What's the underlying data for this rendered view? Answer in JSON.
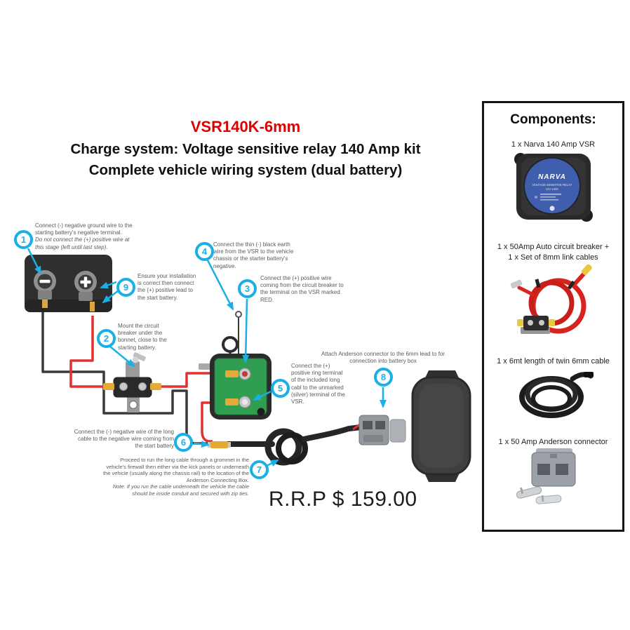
{
  "header": {
    "product_code": "VSR140K-6mm",
    "title_line1": "Charge system: Voltage sensitive relay 140 Amp kit",
    "title_line2": "Complete vehicle wiring system (dual battery)"
  },
  "price": {
    "label": "R.R.P $ 159.00"
  },
  "diagram": {
    "steps": [
      {
        "num": "1",
        "text": "Connect (-) negative ground wire to the starting battery's negative terminal.",
        "note": "Do not connect the (+) positive wire at this stage (left until last step)."
      },
      {
        "num": "2",
        "text": "Mount the circuit breaker under the bonnet, close to the starting battery."
      },
      {
        "num": "3",
        "text": "Connect the (+) positive wire coming from the circuit breaker to the terminal on the VSR marked RED."
      },
      {
        "num": "4",
        "text": "Connect the thin (-) black earth wire from the VSR to the vehicle chassis or the starter battery's negative."
      },
      {
        "num": "5",
        "text": "Connect the (+) positive ring terminal of the included long cabl to the unmarked (silver) terminal of the VSR."
      },
      {
        "num": "6",
        "text": "Connect the (-) negative wire of the long cable to the negative wire coming from the start battery"
      },
      {
        "num": "7",
        "text": "Proceed to run the long cable through a grommet in the vehicle's firewall then either via the kick panels or underneath the vehicle (usually along the chassis rail) to the location of the Anderson Connecting Box.",
        "note": "Note: If you run the cable underneath the vehicle the cable should be inside conduit and secured with zip ties."
      },
      {
        "num": "8",
        "text": "Attach Anderson connector to the 6mm lead to for connection into battery box"
      },
      {
        "num": "9",
        "text": "Ensure your installation is correct then connect the (+) positive lead to the start battery."
      }
    ]
  },
  "components_panel": {
    "title": "Components:",
    "items": [
      {
        "label": "1 x Narva 140 Amp VSR"
      },
      {
        "label_line1": "1 x 50Amp Auto circuit breaker  +",
        "label_line2": "1 x Set of 8mm link cables"
      },
      {
        "label": "1 x 6mt length of twin 6mm cable"
      },
      {
        "label": "1 x 50 Amp Anderson connector"
      }
    ],
    "vsr_label": {
      "brand": "NARVA",
      "line1": "VOLTAGE SENSITIVE RELAY",
      "line2": "12V 140A"
    }
  },
  "colors": {
    "accent_cyan": "#1ab0e6",
    "code_red": "#e00000",
    "wire_red": "#e03030",
    "vsr_green": "#2f9e51",
    "connector_yellow": "#e3aa37"
  }
}
